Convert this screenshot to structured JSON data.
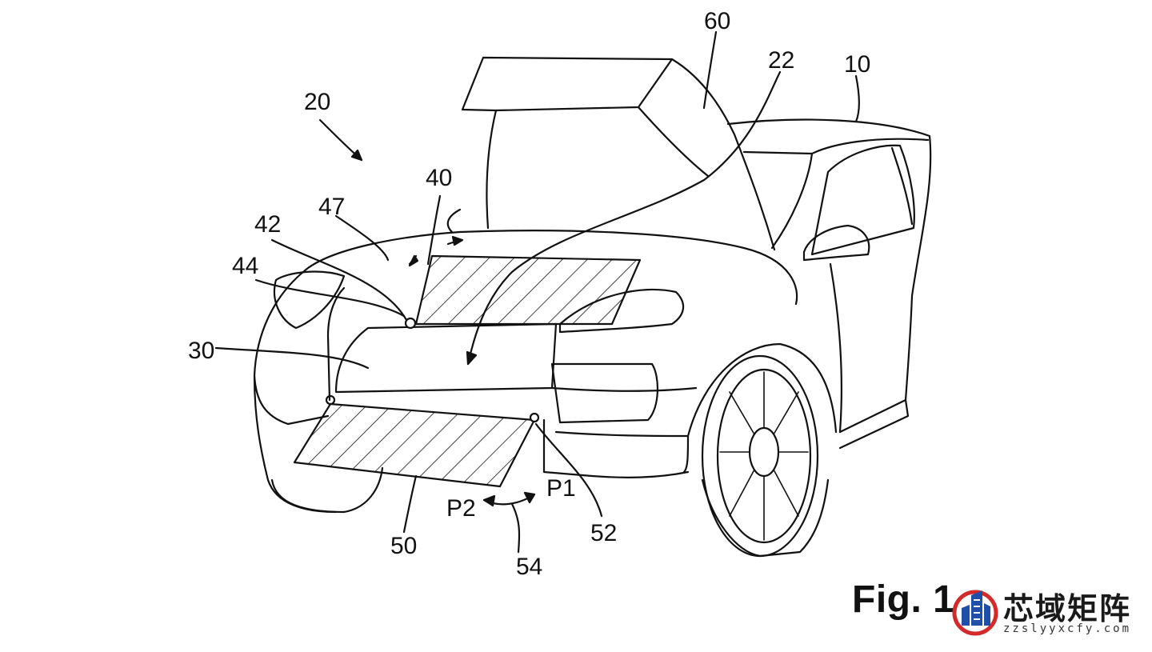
{
  "figure": {
    "caption": "Fig. 1"
  },
  "reference_numerals": {
    "vehicle": "10",
    "hood_assembly": "20",
    "front_area": "22",
    "front_body": "30",
    "cover_panel": "40",
    "pivot_42": "42",
    "pivot_44": "44",
    "arrow_47": "47",
    "lower_panel": "50",
    "hinge_52": "52",
    "motion_54": "54",
    "hood": "60",
    "position_p1": "P1",
    "position_p2": "P2"
  },
  "watermark": {
    "name": "芯域矩阵",
    "url": "zzslyyxcfy.com",
    "colors": {
      "blue": "#1f4fa8",
      "red": "#d42a2a"
    }
  },
  "colors": {
    "line": "#111111",
    "background": "#ffffff"
  }
}
